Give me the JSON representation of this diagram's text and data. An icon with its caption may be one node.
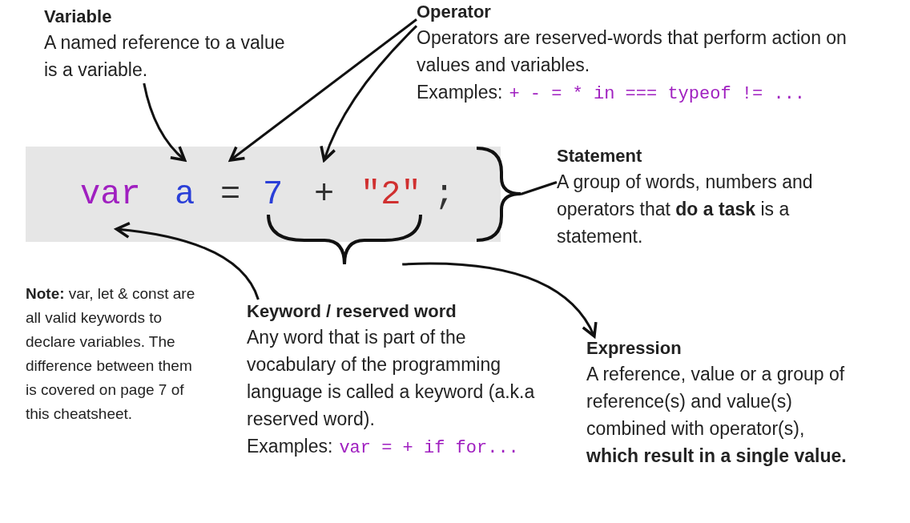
{
  "diagram": {
    "nodes": [
      {
        "text": [
          "Variable",
          "A named reference to a value is a variable."
        ]
      },
      {
        "text": [
          "Operator",
          "Operators are reserved-words that perform action on values and variables.",
          "Examples:",
          "+ - = * in === typeof != ..."
        ]
      },
      {
        "text": [],
        "shape": "bar"
      },
      {
        "text": [
          "var"
        ],
        "in": 2
      },
      {
        "text": [
          "a"
        ],
        "in": 2
      },
      {
        "text": [
          "="
        ],
        "in": 2
      },
      {
        "text": [
          "7"
        ],
        "in": 2
      },
      {
        "text": [
          "+"
        ],
        "in": 2
      },
      {
        "text": [
          "\"2\""
        ],
        "in": 2
      },
      {
        "text": [
          ";"
        ],
        "in": 2
      },
      {
        "text": [],
        "shape": "bracket"
      },
      {
        "text": [
          "Statement",
          "A group of words, numbers and operators that **do a task** is a statement."
        ]
      },
      {
        "text": [],
        "shape": "bracket"
      },
      {
        "text": [
          "Keyword / reserved word",
          "Any word that is part of the vocabulary of the programming language is called a keyword (a.k.a reserved word).",
          "Examples:",
          "var = + if for..."
        ]
      },
      {
        "text": [
          "Expression",
          "A reference, value or a group of reference(s) and value(s) combined with operator(s), **which result in a single value.**"
        ]
      }
    ],
    "edges": [
      {
        "from": 0,
        "to": 4,
        "arrow": "to"
      },
      {
        "from": 1,
        "to": 5,
        "arrow": "to"
      },
      {
        "from": 1,
        "to": 7,
        "arrow": "to"
      },
      {
        "from": 13,
        "to": 3,
        "arrow": "to"
      },
      {
        "from": 10,
        "to": 11,
        "arrow": "none"
      },
      {
        "from": 12,
        "to": 14,
        "arrow": "to"
      }
    ],
    "labels": [
      "**Note:** var, let & const are all valid keywords to declare variables. The difference between them is covered on page 7 of this cheatsheet."
    ]
  }
}
